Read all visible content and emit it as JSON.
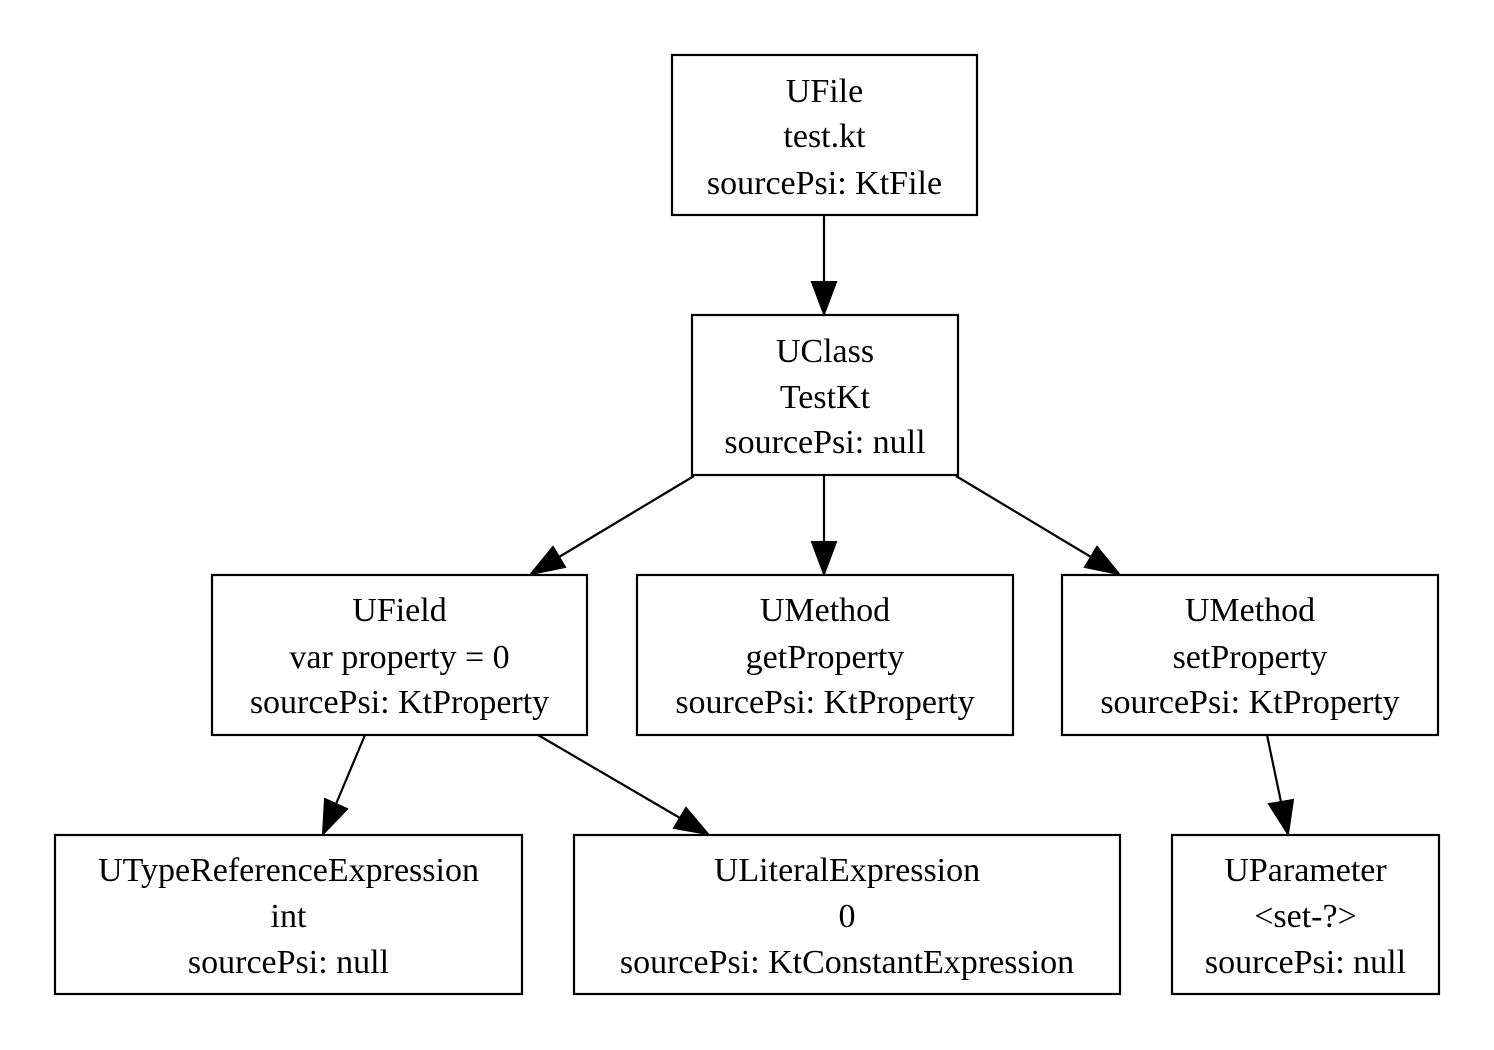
{
  "nodes": {
    "ufile": {
      "lines": [
        "UFile",
        "test.kt",
        "sourcePsi: KtFile"
      ]
    },
    "uclass": {
      "lines": [
        "UClass",
        "TestKt",
        "sourcePsi: null"
      ]
    },
    "ufield": {
      "lines": [
        "UField",
        "var property = 0",
        "sourcePsi: KtProperty"
      ]
    },
    "umethod_get": {
      "lines": [
        "UMethod",
        "getProperty",
        "sourcePsi: KtProperty"
      ]
    },
    "umethod_set": {
      "lines": [
        "UMethod",
        "setProperty",
        "sourcePsi: KtProperty"
      ]
    },
    "utyperef": {
      "lines": [
        "UTypeReferenceExpression",
        "int",
        "sourcePsi: null"
      ]
    },
    "uliteral": {
      "lines": [
        "ULiteralExpression",
        "0",
        "sourcePsi: KtConstantExpression"
      ]
    },
    "uparameter": {
      "lines": [
        "UParameter",
        "<set-?>",
        "sourcePsi: null"
      ]
    }
  },
  "edges": [
    {
      "from": "ufile",
      "to": "uclass"
    },
    {
      "from": "uclass",
      "to": "ufield"
    },
    {
      "from": "uclass",
      "to": "umethod_get"
    },
    {
      "from": "uclass",
      "to": "umethod_set"
    },
    {
      "from": "ufield",
      "to": "utyperef"
    },
    {
      "from": "ufield",
      "to": "uliteral"
    },
    {
      "from": "umethod_set",
      "to": "uparameter"
    }
  ]
}
